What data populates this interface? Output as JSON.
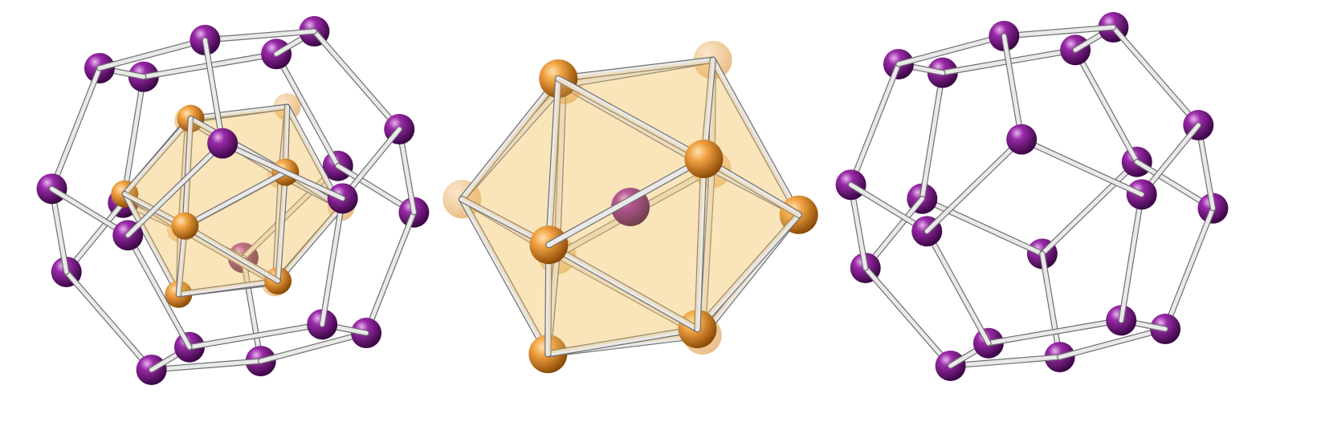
{
  "colors": {
    "background": "#ffffff",
    "inner_atom": "#e08a1e",
    "outer_atom": "#7a1a86",
    "central_atom": "#7a1a86",
    "bond": "#d9d9d9",
    "polyhedron_face": "#f6c567"
  },
  "panels": [
    {
      "name": "combined-cluster",
      "description_shapes": [
        "icosahedron",
        "dodecahedron"
      ],
      "inner_atom_count": 12,
      "outer_atom_count": 20
    },
    {
      "name": "centered-icosahedron",
      "description_shapes": [
        "icosahedron"
      ],
      "inner_atom_count": 12,
      "central_atom_count": 1
    },
    {
      "name": "dodecahedron-cage",
      "description_shapes": [
        "dodecahedron"
      ],
      "outer_atom_count": 20
    }
  ]
}
